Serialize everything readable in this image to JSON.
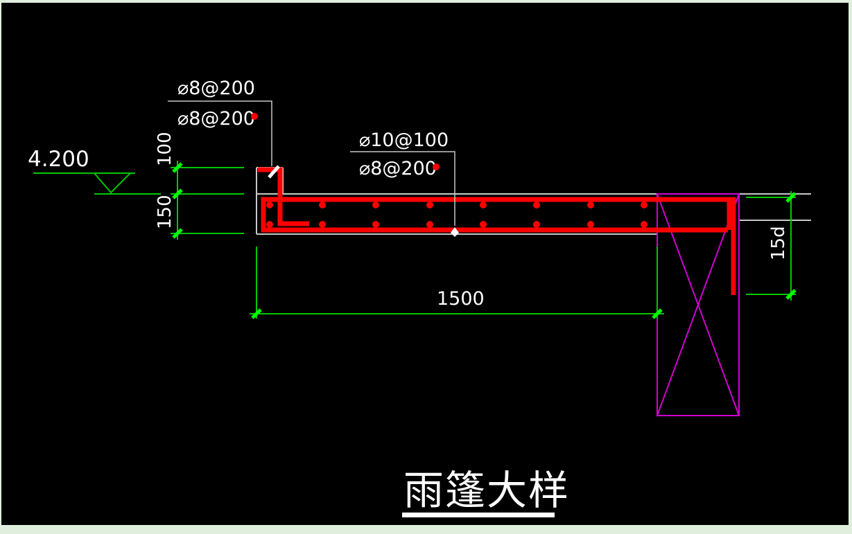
{
  "colors": {
    "background": "#000000",
    "frame": "#dfeedd",
    "rebar": "#ff0000",
    "dimension": "#00c800",
    "tick": "#00ff00",
    "outline": "#c8c8c8",
    "column": "#d000d0",
    "text": "#ffffff"
  },
  "labels": {
    "elevation": "4.200",
    "dim_100": "100",
    "dim_150": "150",
    "dim_1500": "1500",
    "dim_15d": "15d",
    "rebar_top_1": "⌀8@200",
    "rebar_top_2": "⌀8@200",
    "rebar_mid_1": "⌀10@100",
    "rebar_mid_2": "⌀8@200",
    "title": "雨篷大样"
  },
  "rebar_dots": {
    "top_row_count": 8,
    "bottom_row_count": 8
  }
}
